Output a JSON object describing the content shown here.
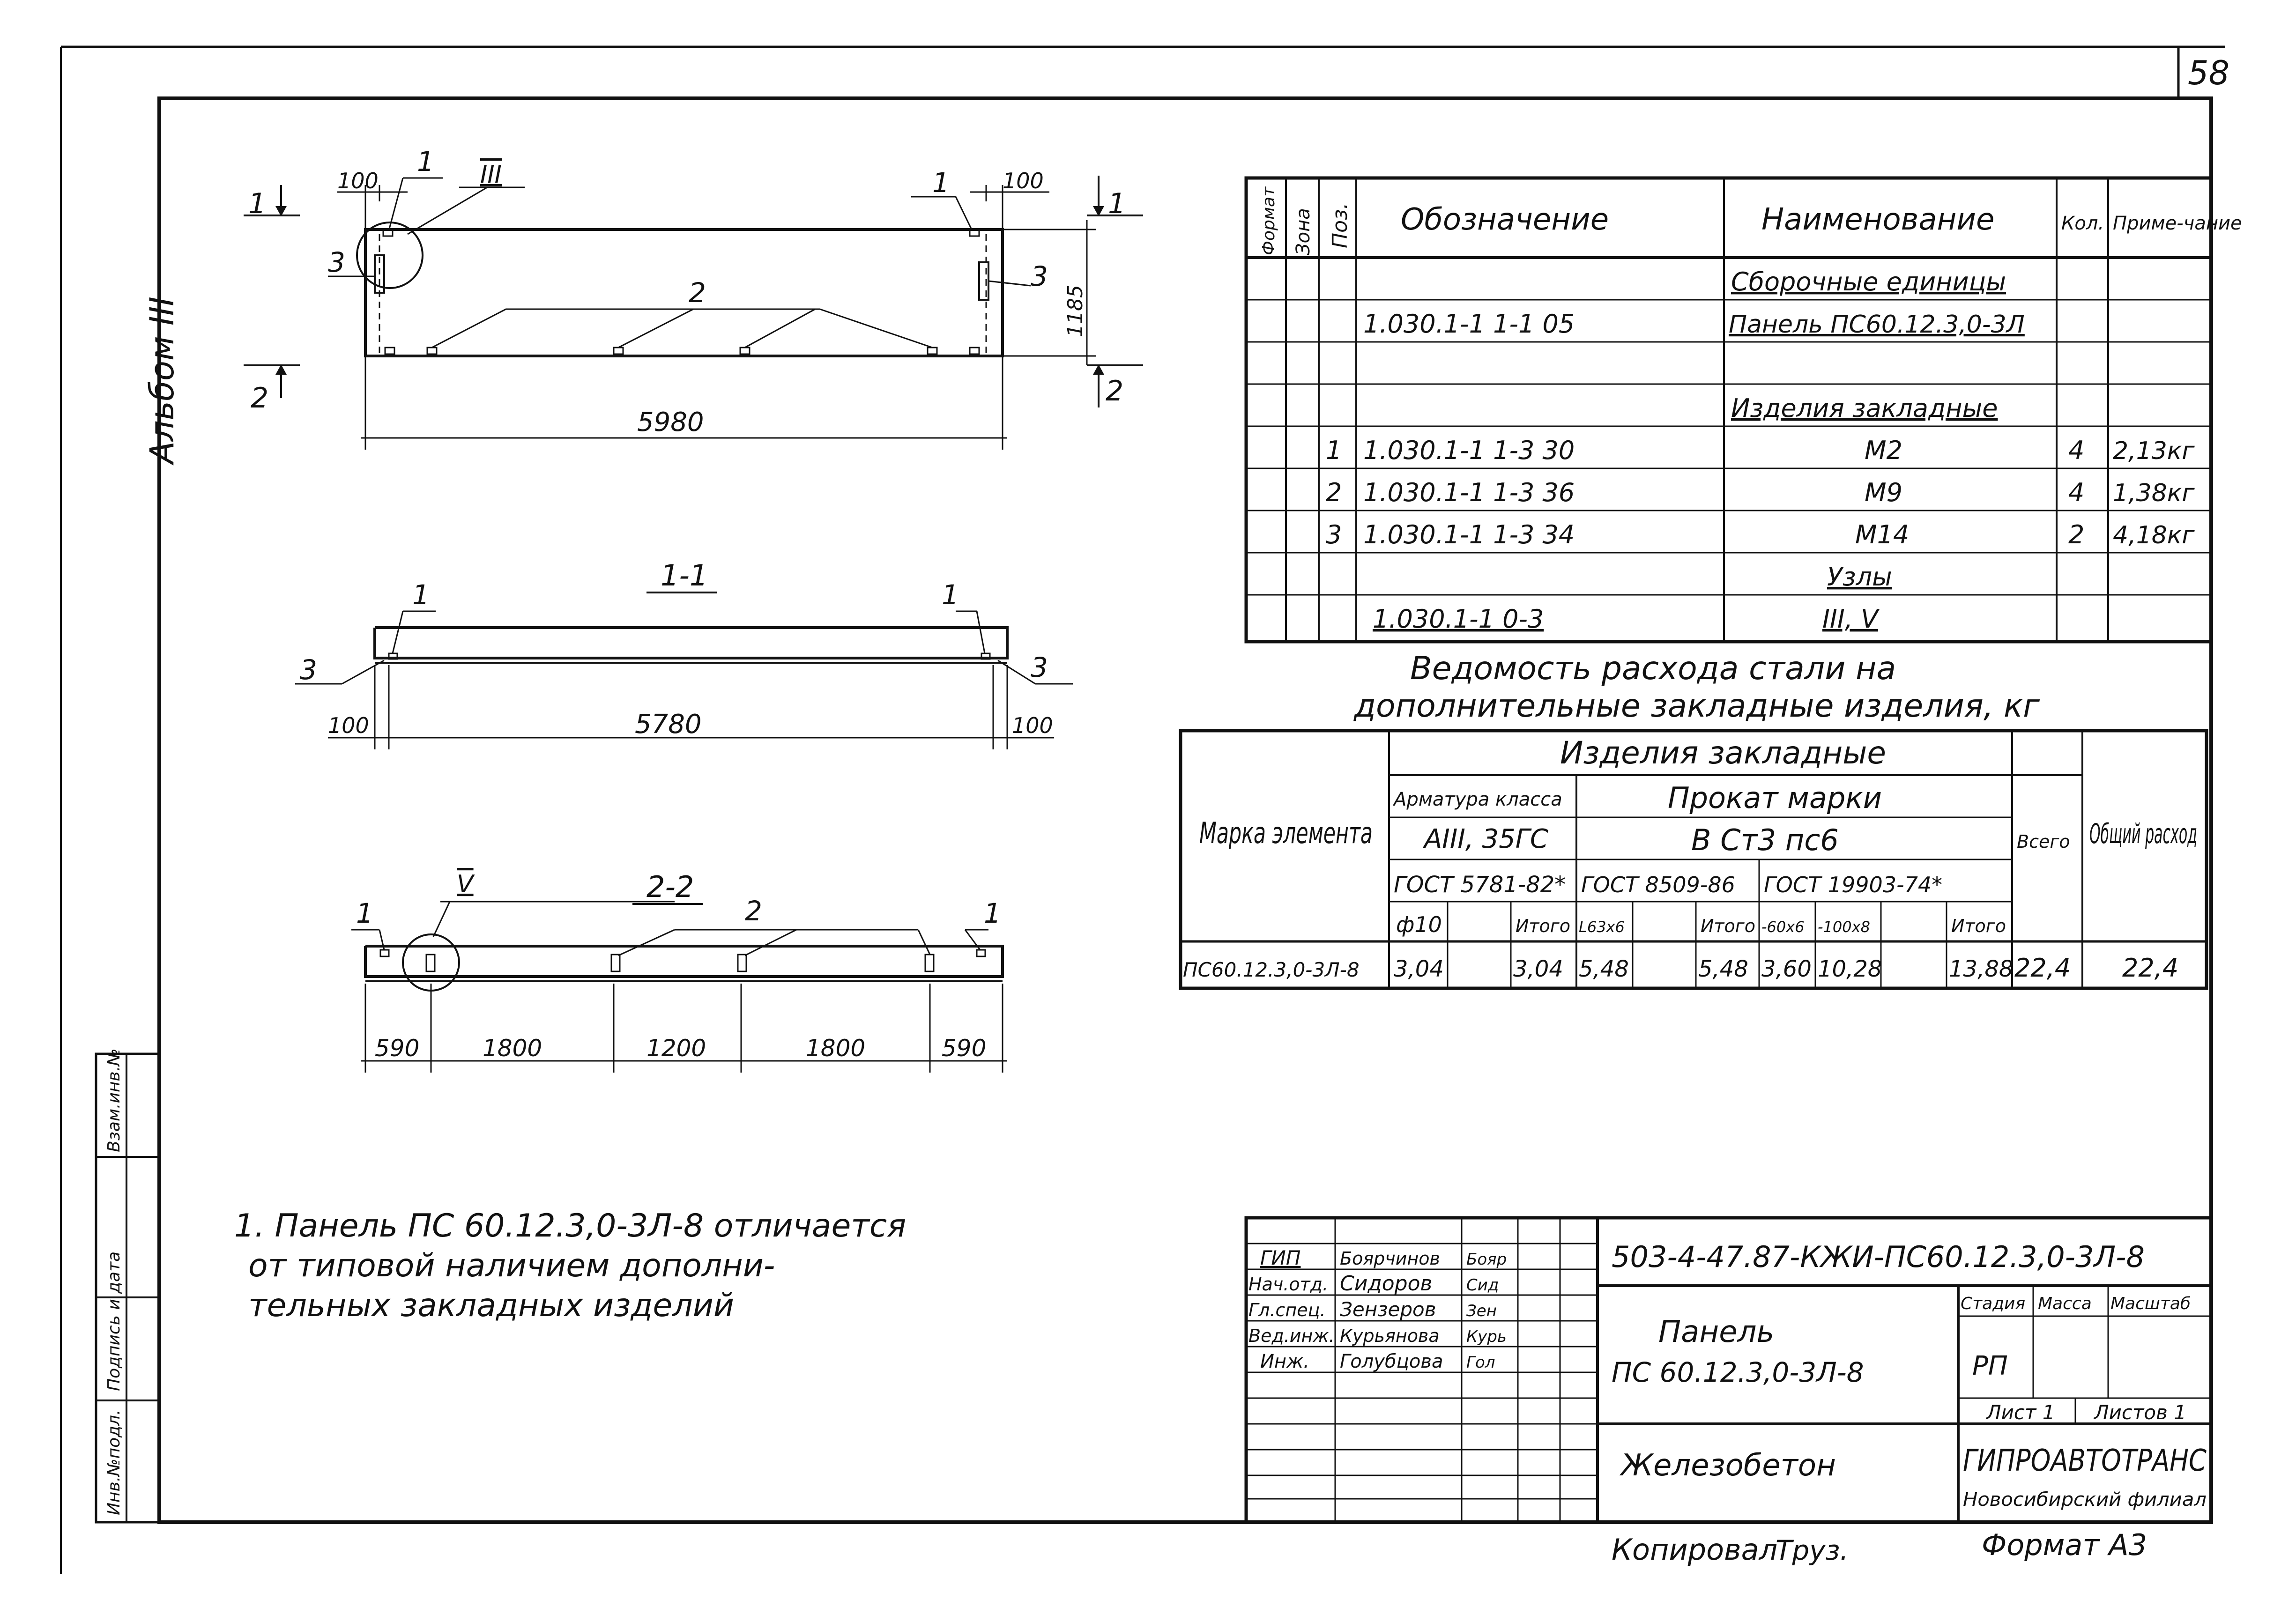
{
  "sheet": {
    "page_number": "58",
    "album_label": "Альбом III",
    "copied_by": "Копировал",
    "copied_signature": "Труз.",
    "format_label": "Формат А3"
  },
  "side_stamp": {
    "cells": [
      "Инв.№подл.",
      "Подпись и дата",
      "Взам.инв.№"
    ]
  },
  "plan_view": {
    "cut_1": "1",
    "cut_2": "2",
    "node_III": "III",
    "markers": [
      "1",
      "1",
      "2",
      "3",
      "3"
    ],
    "dims": [
      "100",
      "100",
      "1185",
      "5980"
    ]
  },
  "section_1_1": {
    "title": "1-1",
    "markers": [
      "1",
      "1",
      "3",
      "3"
    ],
    "dims": [
      "100",
      "5780",
      "100"
    ]
  },
  "section_2_2": {
    "title": "2-2",
    "node_V": "V",
    "markers": [
      "1",
      "2",
      "1"
    ],
    "dims": [
      "590",
      "1800",
      "1200",
      "1800",
      "590"
    ]
  },
  "spec": {
    "headers": {
      "format": "Формат",
      "zone": "Зона",
      "pos": "Поз.",
      "designation": "Обозначение",
      "name": "Наименование",
      "qty": "Кол.",
      "note": "Приме-чание"
    },
    "rows": [
      {
        "pos": "",
        "designation": "",
        "name": "Сборочные единицы",
        "qty": "",
        "note": "",
        "underline": true
      },
      {
        "pos": "",
        "designation": "1.030.1-1   1-1  05",
        "name": "Панель ПС60.12.3,0-3Л",
        "qty": "",
        "note": "",
        "underline": true
      },
      {
        "pos": "",
        "designation": "",
        "name": "",
        "qty": "",
        "note": ""
      },
      {
        "pos": "",
        "designation": "",
        "name": "Изделия закладные",
        "qty": "",
        "note": "",
        "underline": true
      },
      {
        "pos": "1",
        "designation": "1.030.1-1   1-3  30",
        "name": "М2",
        "qty": "4",
        "note": "2,13кг"
      },
      {
        "pos": "2",
        "designation": "1.030.1-1   1-3  36",
        "name": "М9",
        "qty": "4",
        "note": "1,38кг"
      },
      {
        "pos": "3",
        "designation": "1.030.1-1   1-3  34",
        "name": "М14",
        "qty": "2",
        "note": "4,18кг"
      },
      {
        "pos": "",
        "designation": "",
        "name": "Узлы",
        "qty": "",
        "note": "",
        "underline": true
      },
      {
        "pos": "",
        "designation": "1.030.1-1  0-3",
        "name": "III, V",
        "qty": "",
        "note": "",
        "underline": true
      }
    ]
  },
  "steel": {
    "title_line1": "Ведомость расхода стали на",
    "title_line2": "дополнительные закладные изделия, кг",
    "h_mark": "Марка элемента",
    "h_embedded": "Изделия закладные",
    "h_rebar_class": "Арматура класса",
    "h_rebar_grade": "АIII, 35ГС",
    "h_rebar_gost": "ГОСТ 5781-82*",
    "h_rolled": "Прокат марки",
    "h_rolled_grade": "В Ст3 пс6",
    "h_rolled_gost1": "ГОСТ 8509-86",
    "h_rolled_gost2": "ГОСТ 19903-74*",
    "h_total": "Всего",
    "h_overall": "Общий расход",
    "sub": [
      "ф10",
      "",
      "Итого",
      "L63х6",
      "",
      "Итого",
      "-60х6",
      "-100х8",
      "",
      "Итого"
    ],
    "row": {
      "mark": "ПС60.12.3,0-3Л-8",
      "vals": [
        "3,04",
        "",
        "3,04",
        "5,48",
        "",
        "5,48",
        "3,60",
        "10,28",
        "",
        "13,88"
      ],
      "total": "22,4",
      "overall": "22,4"
    }
  },
  "note": {
    "lines": [
      "1. Панель ПС 60.12.3,0-3Л-8 отличается",
      "от типовой наличием дополни-",
      "тельных закладных изделий"
    ]
  },
  "title_block": {
    "people": [
      {
        "role": "ГИП",
        "name": "Боярчинов",
        "sign": "Бояр"
      },
      {
        "role": "Нач.отд.",
        "name": "Сидоров",
        "sign": "Сид"
      },
      {
        "role": "Гл.спец.",
        "name": "Зензеров",
        "sign": "Зен"
      },
      {
        "role": "Вед.инж.",
        "name": "Курьянова",
        "sign": "Курь"
      },
      {
        "role": "Инж.",
        "name": "Голубцова",
        "sign": "Гол"
      }
    ],
    "doc_code": "503-4-47.87-КЖИ-ПС60.12.3,0-3Л-8",
    "item_title_1": "Панель",
    "item_title_2": "ПС 60.12.3,0-3Л-8",
    "material": "Железобетон",
    "stage_h": "Стадия",
    "mass_h": "Масса",
    "scale_h": "Масштаб",
    "stage_v": "РП",
    "sheet_no": "Лист 1",
    "sheets_total": "Листов 1",
    "org_1": "ГИПРОАВТОТРАНС",
    "org_2": "Новосибирский филиал"
  }
}
